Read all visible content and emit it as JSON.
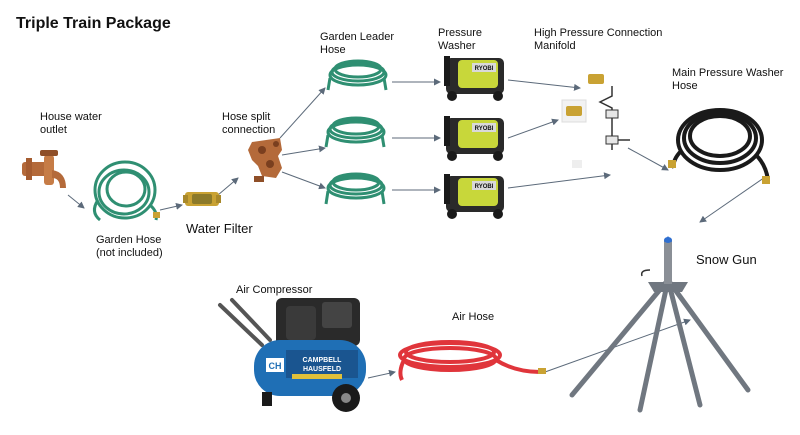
{
  "title": "Triple Train Package",
  "labels": {
    "house_outlet_1": "House water",
    "house_outlet_2": "outlet",
    "garden_hose_1": "Garden Hose",
    "garden_hose_2": "(not included)",
    "water_filter": "Water Filter",
    "hose_split_1": "Hose split",
    "hose_split_2": "connection",
    "leader_hose_1": "Garden Leader",
    "leader_hose_2": "Hose",
    "pressure_washer_1": "Pressure",
    "pressure_washer_2": "Washer",
    "manifold_1": "High Pressure Connection",
    "manifold_2": "Manifold",
    "main_hose_1": "Main Pressure Washer",
    "main_hose_2": "Hose",
    "snow_gun": "Snow Gun",
    "air_compressor": "Air Compressor",
    "air_hose": "Air Hose"
  },
  "logos": {
    "washer_brand": "RYOBI",
    "compressor_brand_1": "CAMPBELL",
    "compressor_brand_2": "HAUSFELD",
    "compressor_badge": "CH"
  },
  "colors": {
    "green_hose": "#2f8f72",
    "red_hose": "#e0353b",
    "black_hose": "#1a1a1a",
    "brass": "#c9a233",
    "copper": "#b46a3a",
    "washer_yellow": "#c8d73a",
    "compressor_blue": "#1f6fb5",
    "arrow": "#5c6a7a",
    "snow_gun_blue": "#2f6fd0",
    "stand_gray": "#707780"
  }
}
